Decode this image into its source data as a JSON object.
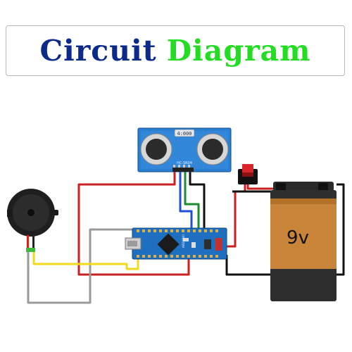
{
  "title": {
    "part1": "Circuit",
    "part2": "Diagram"
  },
  "sensor": {
    "label_top": "4:000",
    "label_model": "HC-SR04"
  },
  "battery": {
    "label": "9v"
  },
  "arduino": {
    "label": "ARDUINO"
  },
  "colors": {
    "title_dark": "#0b2a8c",
    "title_green": "#22dd22",
    "wire_red": "#cc1f1f",
    "wire_black": "#111111",
    "wire_blue": "#1f4fd8",
    "wire_green": "#1f8a2e",
    "wire_yellow": "#f2d91c",
    "wire_gray": "#9a9a9a",
    "board_blue": "#1f6fc0",
    "battery_orange": "#c8853a"
  }
}
